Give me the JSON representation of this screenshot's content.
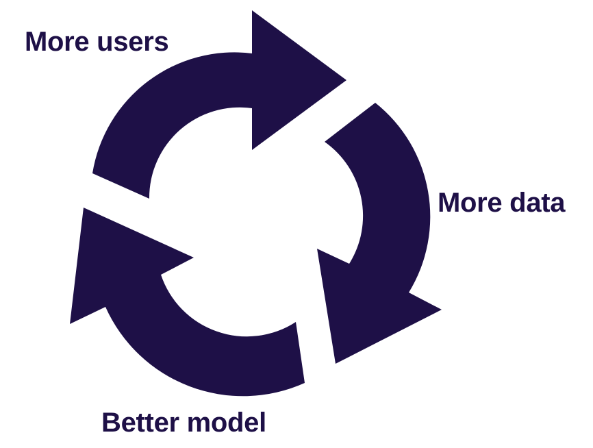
{
  "colors": {
    "arrow": "#1e1047",
    "text": "#1e1047",
    "background": "#ffffff"
  },
  "labels": {
    "users": "More users",
    "data": "More data",
    "model": "Better model"
  }
}
